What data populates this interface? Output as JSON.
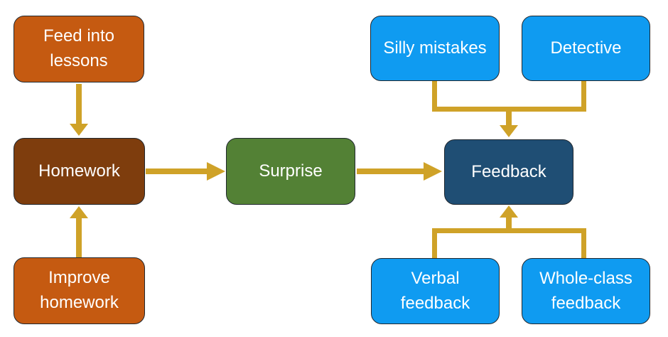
{
  "colors": {
    "orange": "#C55A11",
    "dark_brown": "#7E3D0D",
    "green": "#538135",
    "light_blue": "#0F9BF1",
    "dark_navy": "#1F4E74",
    "connector_gold": "#CFA228",
    "node_text": "#FFFFFF",
    "node_border": "#20272E",
    "background": "#FFFFFF"
  },
  "nodes": {
    "feed_into_lessons": {
      "label": "Feed into\nlessons",
      "fill": "#C55A11"
    },
    "homework": {
      "label": "Homework",
      "fill": "#7E3D0D"
    },
    "improve_homework": {
      "label": "Improve\nhomework",
      "fill": "#C55A11"
    },
    "surprise": {
      "label": "Surprise",
      "fill": "#538135"
    },
    "feedback": {
      "label": "Feedback",
      "fill": "#1F4E74"
    },
    "silly_mistakes": {
      "label": "Silly mistakes",
      "fill": "#0F9BF1"
    },
    "detective": {
      "label": "Detective",
      "fill": "#0F9BF1"
    },
    "verbal_feedback": {
      "label": "Verbal\nfeedback",
      "fill": "#0F9BF1"
    },
    "whole_class_feedback": {
      "label": "Whole-class\nfeedback",
      "fill": "#0F9BF1"
    }
  },
  "edges": [
    {
      "from": "Feed into lessons",
      "to": "Homework"
    },
    {
      "from": "Improve homework",
      "to": "Homework"
    },
    {
      "from": "Homework",
      "to": "Surprise"
    },
    {
      "from": "Surprise",
      "to": "Feedback"
    },
    {
      "from": "Silly mistakes",
      "to": "Feedback"
    },
    {
      "from": "Detective",
      "to": "Feedback"
    },
    {
      "from": "Verbal feedback",
      "to": "Feedback"
    },
    {
      "from": "Whole-class feedback",
      "to": "Feedback"
    }
  ]
}
